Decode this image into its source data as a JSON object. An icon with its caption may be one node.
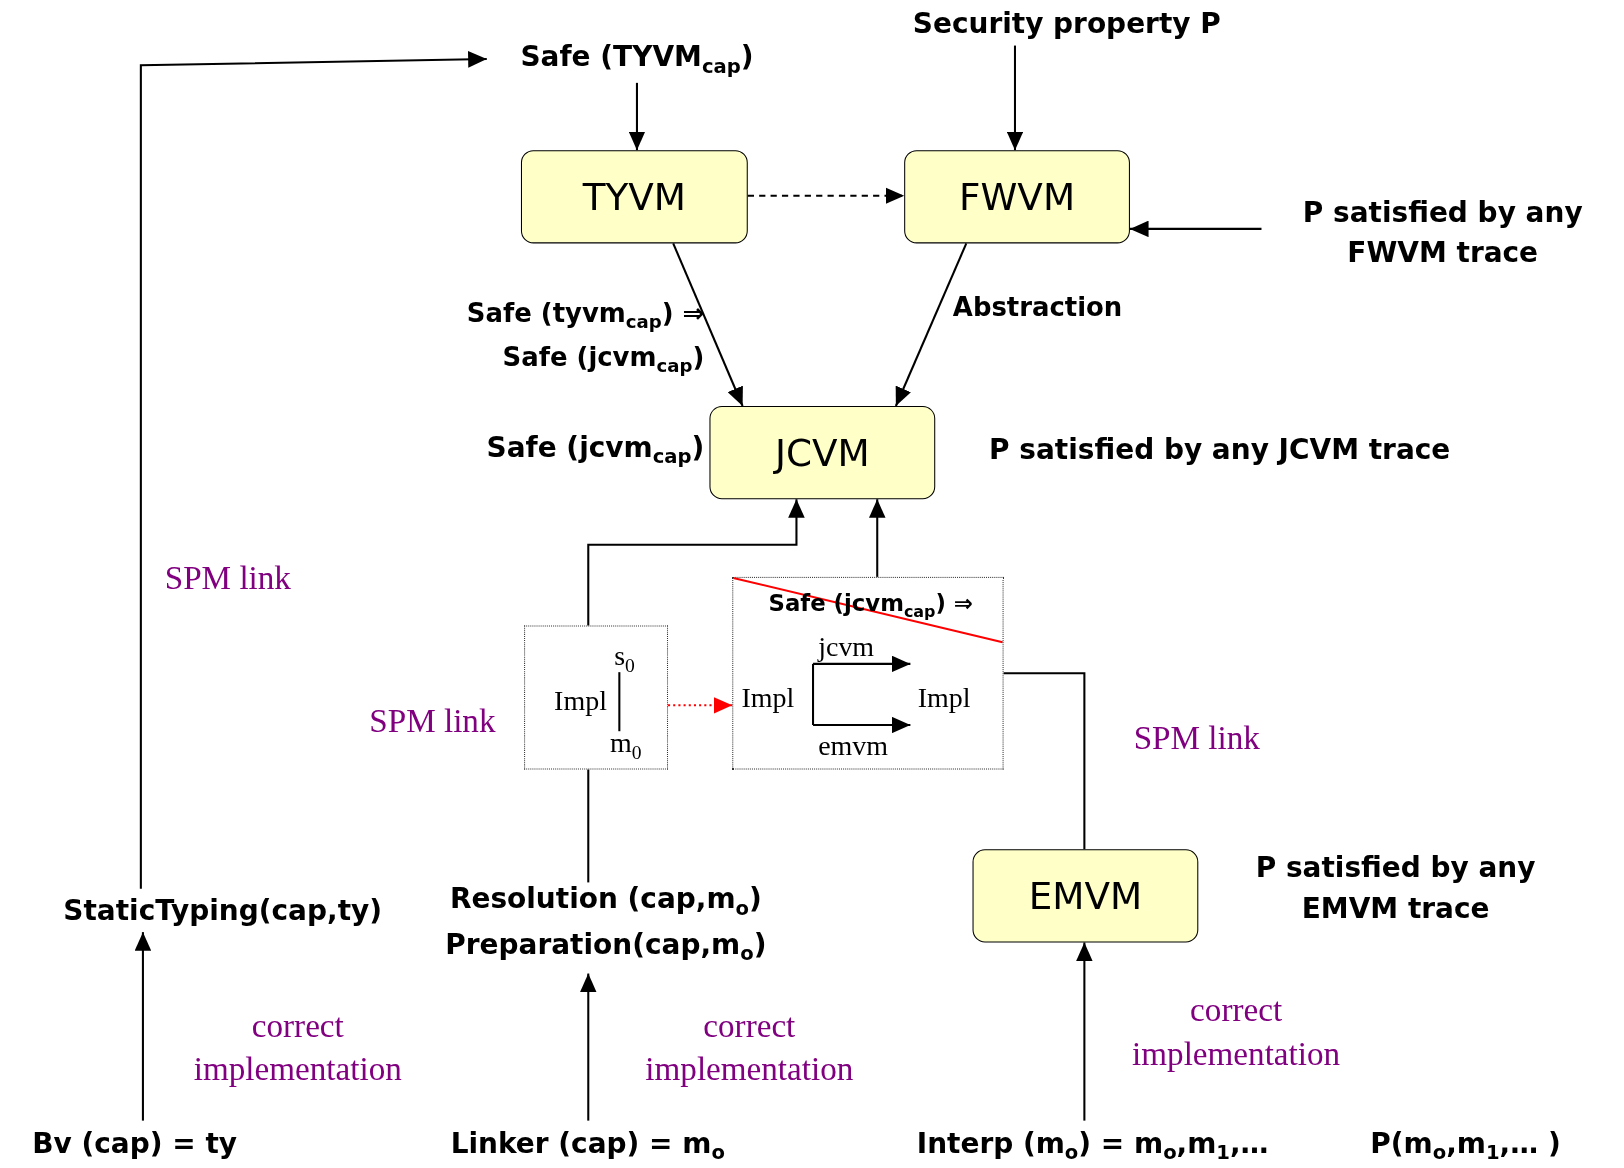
{
  "diagram": {
    "nodes": [
      {
        "text": [
          "Safe (TYVM$_{cap}$)"
        ]
      },
      {
        "text": [
          "Security property P"
        ]
      },
      {
        "text": [
          "TYVM"
        ]
      },
      {
        "text": [
          "FWVM"
        ]
      },
      {
        "text": [
          "P satisfied by any FWVM trace"
        ]
      },
      {
        "text": [
          "JCVM"
        ],
        "beside": [
          "Safe (jcvm$_{cap}$)",
          "P satisfied by any JCVM trace"
        ]
      },
      {
        "text": [
          "s$_{0}$",
          "Impl",
          "m$_{0}$"
        ]
      },
      {
        "text": [
          "Safe (jcvm$_{cap}$) ⇒",
          "jcvm",
          "Impl",
          "Impl",
          "emvm"
        ]
      },
      {
        "text": [
          "EMVM"
        ],
        "beside": [
          "P satisfied by any EMVM trace"
        ]
      },
      {
        "text": [
          "StaticTyping(cap,ty)"
        ]
      },
      {
        "text": [
          "Resolution (cap,m$_{o}$)",
          "Preparation(cap,m$_{o}$)"
        ]
      },
      {
        "text": [
          "Bv (cap) = ty"
        ]
      },
      {
        "text": [
          "Linker (cap) = m$_{o}$"
        ]
      },
      {
        "text": [
          "Interp (m$_{o}$) = m$_{o}$,m$_{1}$,…"
        ]
      }
    ],
    "edges": [
      {
        "from": 9,
        "to": 0,
        "arrow": "to",
        "label": "SPM link"
      },
      {
        "from": 0,
        "to": 2,
        "arrow": "to"
      },
      {
        "from": 1,
        "to": 3,
        "arrow": "to"
      },
      {
        "from": 2,
        "to": 3,
        "arrow": "to",
        "style": "dashed"
      },
      {
        "from": 4,
        "to": 3,
        "arrow": "to"
      },
      {
        "from": 2,
        "to": 5,
        "arrow": "to",
        "label": "Safe (tyvm$_{cap}$) ⇒ Safe (jcvm$_{cap}$)"
      },
      {
        "from": 3,
        "to": 5,
        "arrow": "to",
        "label": "Abstraction"
      },
      {
        "from": 6,
        "to": 5,
        "arrow": "to"
      },
      {
        "from": 7,
        "to": 5,
        "arrow": "to"
      },
      {
        "from": 6,
        "to": 7,
        "arrow": "to",
        "style": "dashed",
        "color": "#ff0000"
      },
      {
        "from": 10,
        "to": 6,
        "arrow": "none",
        "label": "SPM link"
      },
      {
        "from": 8,
        "to": 7,
        "arrow": "none",
        "label": "SPM link"
      },
      {
        "from": 11,
        "to": 9,
        "arrow": "to",
        "label": "correct implementation"
      },
      {
        "from": 12,
        "to": 10,
        "arrow": "to",
        "label": "correct implementation"
      },
      {
        "from": 13,
        "to": 8,
        "arrow": "to",
        "label": "correct implementation"
      }
    ],
    "labels": [
      "P(m$_{o}$,m$_{1}$,… )"
    ]
  }
}
